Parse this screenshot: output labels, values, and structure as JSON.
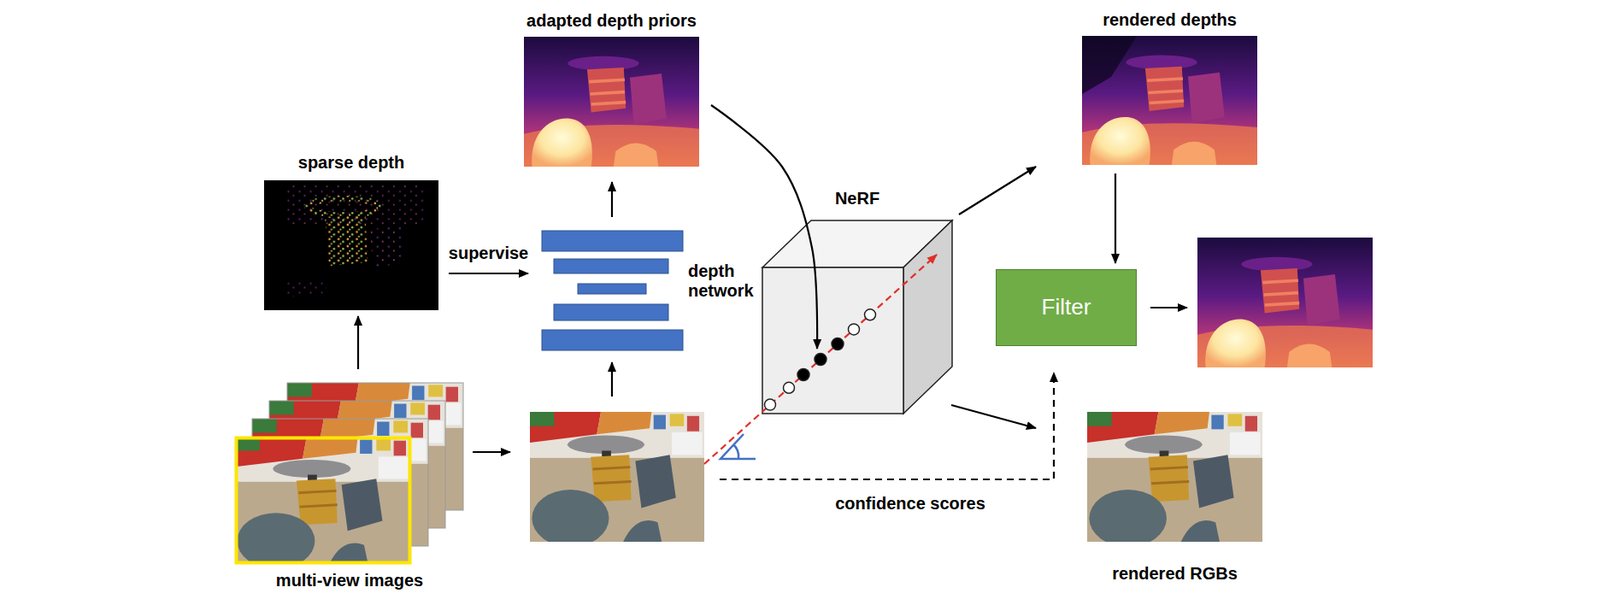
{
  "diagram": {
    "nodes": [
      {
        "text": [
          "sparse depth"
        ]
      },
      {
        "text": [
          "multi-view images"
        ]
      },
      {
        "text": [
          "depth network"
        ]
      },
      {
        "text": [
          "adapted depth priors"
        ]
      },
      {
        "text": []
      },
      {
        "text": [
          "NeRF"
        ]
      },
      {
        "text": [
          "rendered depths"
        ]
      },
      {
        "text": [
          "Filter"
        ]
      },
      {
        "text": []
      },
      {
        "text": [
          "rendered RGBs"
        ]
      }
    ],
    "edges": [
      {
        "from": 1,
        "to": 0,
        "arrow": "to"
      },
      {
        "from": 1,
        "to": 4,
        "arrow": "to"
      },
      {
        "from": 0,
        "to": 2,
        "arrow": "to",
        "label": "supervise"
      },
      {
        "from": 4,
        "to": 2,
        "arrow": "to"
      },
      {
        "from": 2,
        "to": 3,
        "arrow": "to"
      },
      {
        "from": 3,
        "to": 5,
        "arrow": "to"
      },
      {
        "from": 4,
        "to": 5,
        "arrow": "to"
      },
      {
        "from": 5,
        "to": 6,
        "arrow": "to"
      },
      {
        "from": 5,
        "to": 9,
        "arrow": "to"
      },
      {
        "from": 6,
        "to": 7,
        "arrow": "to"
      },
      {
        "from": 7,
        "to": 8,
        "arrow": "to"
      },
      {
        "from": 4,
        "to": 7,
        "arrow": "to",
        "label": "confidence scores"
      }
    ]
  }
}
